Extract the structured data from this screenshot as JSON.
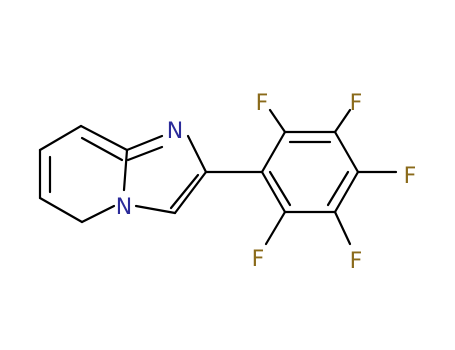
{
  "molecule": {
    "colors": {
      "bond": "#000000",
      "nitrogen": "#2b2b9a",
      "fluorine": "#8a6a1a"
    },
    "atoms": [
      {
        "id": "N1",
        "symbol": "N",
        "element": "nitrogen"
      },
      {
        "id": "N2",
        "symbol": "N",
        "element": "nitrogen"
      },
      {
        "id": "F1",
        "symbol": "F",
        "element": "fluorine"
      },
      {
        "id": "F2",
        "symbol": "F",
        "element": "fluorine"
      },
      {
        "id": "F3",
        "symbol": "F",
        "element": "fluorine"
      },
      {
        "id": "F4",
        "symbol": "F",
        "element": "fluorine"
      },
      {
        "id": "F5",
        "symbol": "F",
        "element": "fluorine"
      }
    ]
  }
}
